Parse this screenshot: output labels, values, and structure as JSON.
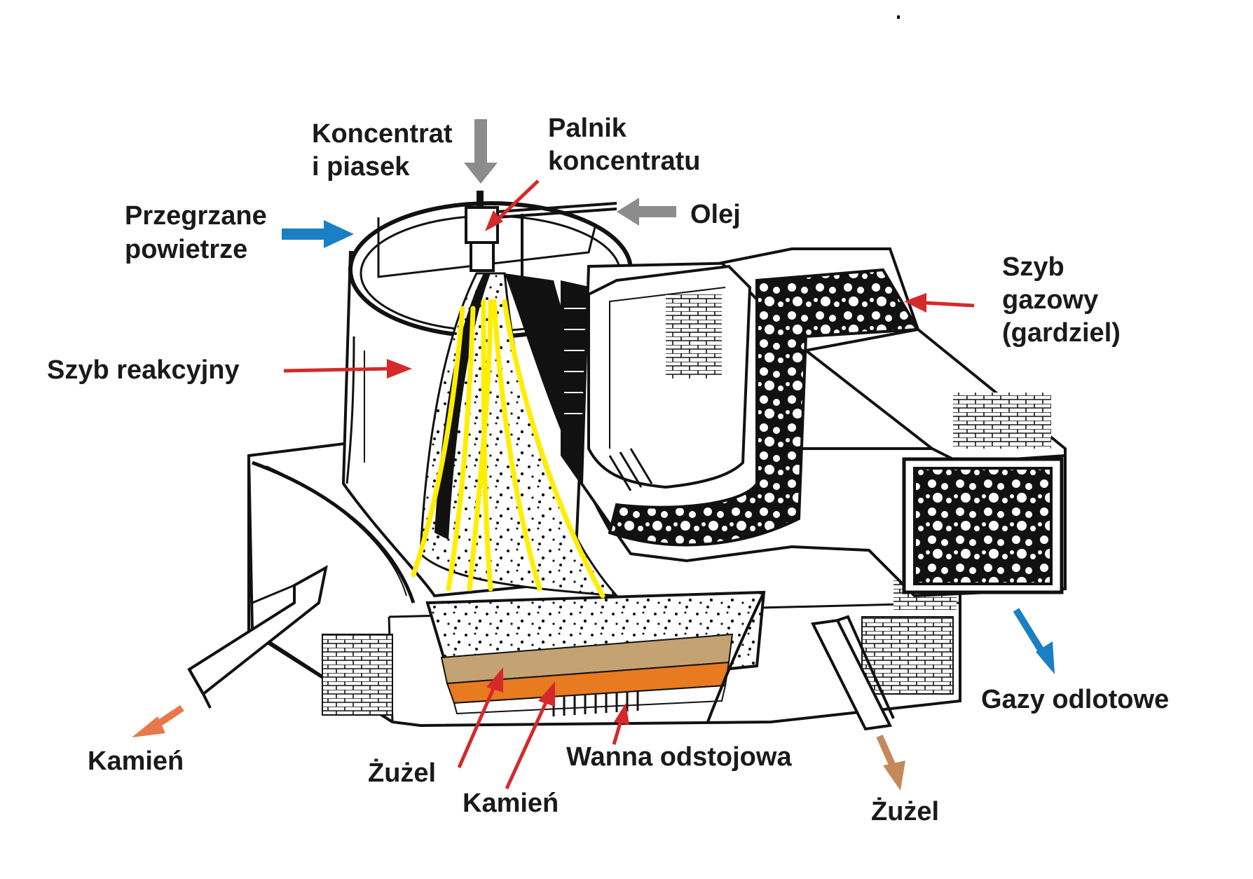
{
  "labels": {
    "koncentrat_line1": "Koncentrat",
    "koncentrat_line2": "i piasek",
    "palnik_line1": "Palnik",
    "palnik_line2": "koncentratu",
    "olej": "Olej",
    "przegrzane_line1": "Przegrzane",
    "przegrzane_line2": "powietrze",
    "szyb_gazowy_line1": "Szyb",
    "szyb_gazowy_line2": "gazowy",
    "szyb_gazowy_line3": "(gardziel)",
    "szyb_reakcyjny": "Szyb reakcyjny",
    "gazy_odlotowe": "Gazy odlotowe",
    "kamien_left": "Kamień",
    "zuzel_bottom": "Żużel",
    "kamien_bottom": "Kamień",
    "wanna_odstojowa": "Wanna odstojowa",
    "zuzel_right": "Żużel"
  },
  "colors": {
    "red_arrow": "#d42a2a",
    "gray_arrow": "#8c8c8c",
    "blue_arrow": "#1b7fc4",
    "orange_arrow": "#e8784a",
    "tan_arrow": "#c48a5c",
    "flame_yellow": "#ffee00",
    "slag_layer": "#c5a272",
    "matte_layer": "#e87a20",
    "outline": "#111111"
  },
  "icons": {
    "furnace": "flash-smelting-furnace-illustration"
  }
}
